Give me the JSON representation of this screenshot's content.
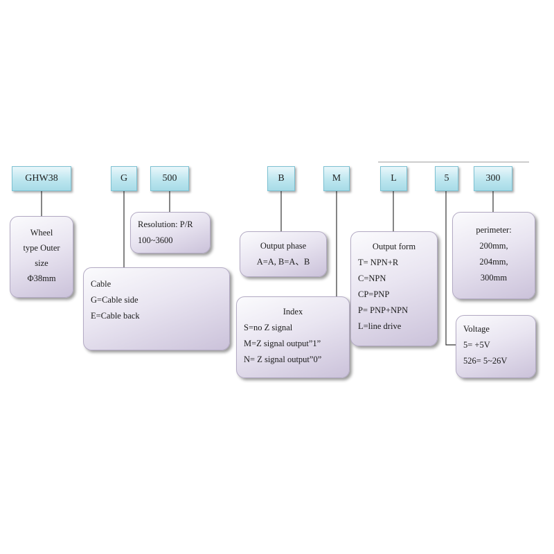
{
  "codes": {
    "model": "GHW38",
    "cable": "G",
    "resolution": "500",
    "phase": "B",
    "index": "M",
    "output": "L",
    "voltage": "5",
    "perimeter": "300"
  },
  "boxes": {
    "wheel": [
      "Wheel",
      "type Outer",
      "size",
      "Φ38mm"
    ],
    "resolution": [
      "Resolution: P/R",
      "100~3600"
    ],
    "cable": [
      "Cable",
      "G=Cable side",
      "E=Cable back"
    ],
    "phase": [
      "Output phase",
      "A=A, B=A、B"
    ],
    "index": [
      "Index",
      "S=no Z signal",
      "M=Z signal output”1”",
      "N= Z signal output”0”"
    ],
    "output": [
      "Output form",
      "T= NPN+R",
      "C=NPN",
      "CP=PNP",
      "P= PNP+NPN",
      "L=line drive"
    ],
    "perimeter": [
      "perimeter:",
      "200mm,",
      "204mm,",
      "300mm"
    ],
    "voltage": [
      "Voltage",
      "5= +5V",
      "526= 5~26V"
    ]
  }
}
